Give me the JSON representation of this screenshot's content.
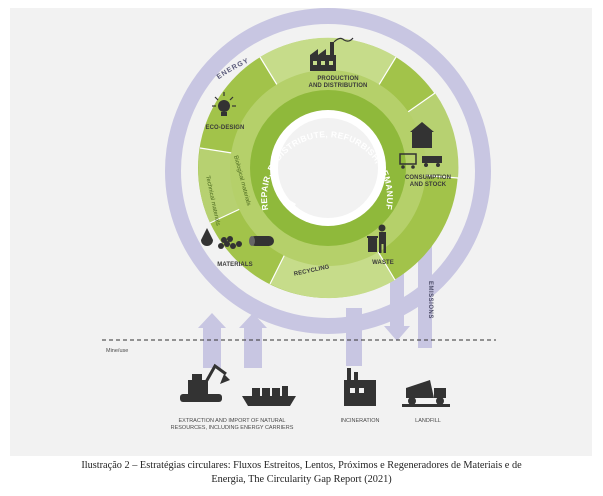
{
  "diagram": {
    "energy_label": "ENERGY",
    "inner_ring_text": "REUSE, REPAIR, REDISTRIBUTE, REFURBISH, REMANUFACTURE",
    "stages": {
      "production": [
        "PRODUCTION",
        "AND DISTRIBUTION"
      ],
      "eco_design": "ECO-DESIGN",
      "consumption": [
        "CONSUMPTION",
        "AND STOCK"
      ],
      "waste": "WASTE",
      "recycling": "RECYCLING",
      "materials": "MATERIALS",
      "technical_materials": "Technical materials",
      "biological_materials": "Biological materials"
    },
    "emissions_label": "EMISSIONS",
    "mine_label": "Mine/use",
    "bottom": {
      "extraction": [
        "EXTRACTION AND IMPORT OF NATURAL",
        "RESOURCES, INCLUDING ENERGY CARRIERS"
      ],
      "incineration": "INCINERATION",
      "landfill": "LANDFILL"
    },
    "colors": {
      "lavender": "#c8c6e2",
      "dark_green": "#a2c34a",
      "light_green": "#c6dc8a",
      "inner_green": "#8fb93b",
      "icon": "#333333"
    }
  },
  "caption": {
    "line1": "Ilustração 2 – Estratégias circulares: Fluxos Estreitos, Lentos, Próximos e Regeneradores de Materiais e de",
    "line2": "Energia, The Circularity Gap Report (2021)"
  }
}
